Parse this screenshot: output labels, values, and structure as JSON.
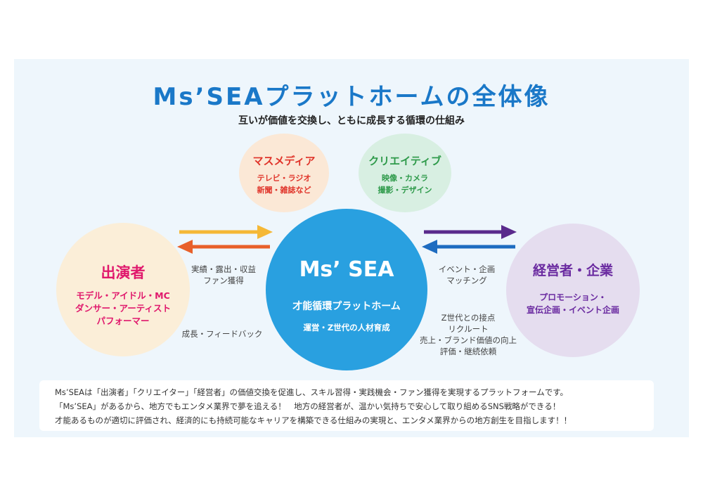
{
  "header": {
    "title": "Ms’SEAプラットホームの全体像",
    "subtitle": "互いが価値を交換し、ともに成長する循環の仕組み"
  },
  "nodes": {
    "mass_media": {
      "title": "マスメディア",
      "line1": "テレビ・ラジオ",
      "line2": "新聞・雑誌など",
      "color": "#e0342a"
    },
    "creative": {
      "title": "クリエイティブ",
      "line1": "映像・カメラ",
      "line2": "撮影・デザイン",
      "color": "#2e9a4a"
    },
    "performer": {
      "title": "出演者",
      "line1": "モデル・アイドル・MC",
      "line2": "ダンサー・アーティスト",
      "line3": "パフォーマー",
      "color": "#e0186c"
    },
    "center": {
      "title": "Ms’ SEA",
      "line1": "才能循環プラットホーム",
      "line2": "運営・Z世代の人材育成",
      "color": "#29a0e0"
    },
    "business": {
      "title": "経営者・企業",
      "line1": "プロモーション・",
      "line2": "宣伝企画・イベント企画",
      "color": "#6a2aa0"
    }
  },
  "labels": {
    "left_top_1": "実績・露出・収益",
    "left_top_2": "ファン獲得",
    "left_bottom": "成長・フィードバック",
    "right_top_1": "イベント・企画",
    "right_top_2": "マッチング",
    "right_bottom_1": "Z世代との接点",
    "right_bottom_2": "リクルート",
    "right_bottom_3": "売上・ブランド価値の向上",
    "right_bottom_4": "評価・継続依頼"
  },
  "description": {
    "line1": "Ms’SEAは「出演者」「クリエイター」「経営者」の価値交換を促進し、スキル習得・実践機会・ファン獲得を実現するプラットフォームです。",
    "line2": "「Ms’SEA」があるから、地方でもエンタメ業界で夢を追える！　地方の経営者が、温かい気持ちで安心して取り組めるSNS戦略ができる！",
    "line3": "才能あるものが適切に評価され、経済的にも持続可能なキャリアを構築できる仕組みの実現と、エンタメ業界からの地方創生を目指します！！"
  },
  "colors": {
    "arrow_yellow": "#f5b836",
    "arrow_orange": "#e8602a",
    "arrow_purple": "#5a2a8c",
    "arrow_blue": "#1e6cc0"
  }
}
